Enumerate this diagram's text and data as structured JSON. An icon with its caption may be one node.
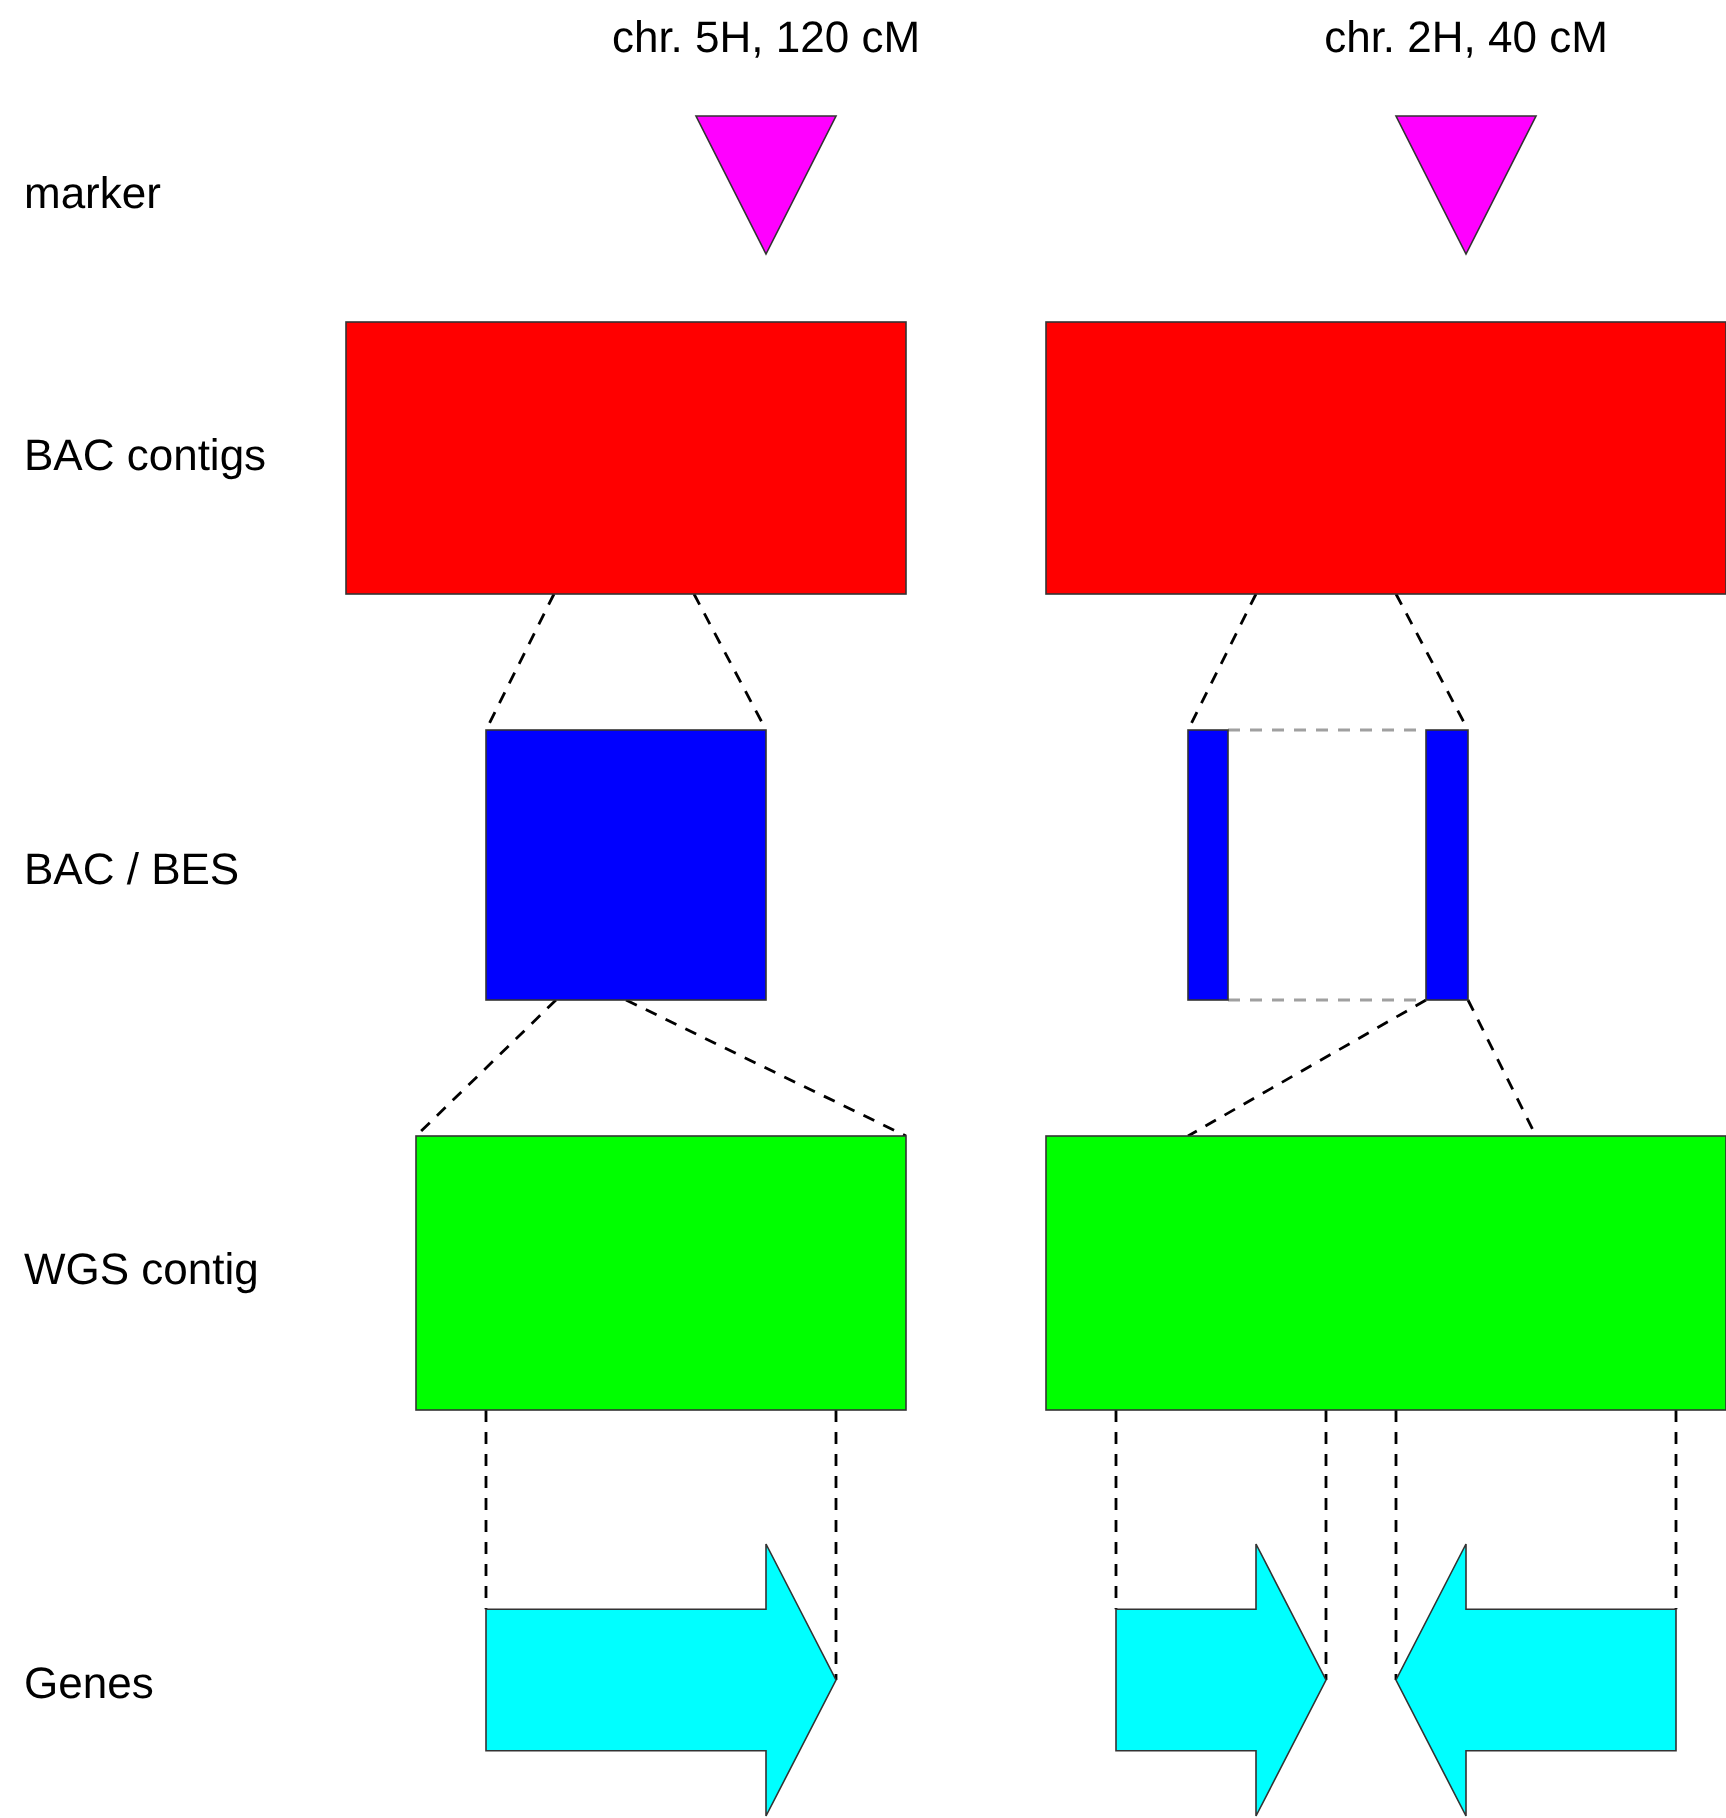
{
  "diagram": {
    "nodes": [
      {
        "text": [],
        "shape": "triangle",
        "beside": [
          "chr. 5H, 120 cM"
        ]
      },
      {
        "text": [],
        "shape": "triangle",
        "beside": [
          "chr. 2H, 40 cM"
        ]
      },
      {
        "text": [],
        "shape": "box"
      },
      {
        "text": [],
        "shape": "box"
      },
      {
        "text": [],
        "shape": "box"
      },
      {
        "text": [],
        "shape": "bar"
      },
      {
        "text": [],
        "shape": "bar"
      },
      {
        "text": [],
        "shape": "box"
      },
      {
        "text": [],
        "shape": "box"
      },
      {
        "text": [],
        "shape": "arrow"
      },
      {
        "text": [],
        "shape": "arrow"
      },
      {
        "text": [],
        "shape": "arrow"
      }
    ],
    "edges": [
      {
        "from": 2,
        "to": 4,
        "arrow": "none",
        "style": "dashed"
      },
      {
        "from": 2,
        "to": 4,
        "arrow": "none",
        "style": "dashed"
      },
      {
        "from": 3,
        "to": 5,
        "arrow": "none",
        "style": "dashed"
      },
      {
        "from": 3,
        "to": 6,
        "arrow": "none",
        "style": "dashed"
      },
      {
        "from": 5,
        "to": 6,
        "arrow": "none",
        "style": "dashed",
        "color": "#a0a0a0"
      },
      {
        "from": 5,
        "to": 6,
        "arrow": "none",
        "style": "dashed",
        "color": "#a0a0a0"
      },
      {
        "from": 4,
        "to": 7,
        "arrow": "none",
        "style": "dashed"
      },
      {
        "from": 4,
        "to": 7,
        "arrow": "none",
        "style": "dashed"
      },
      {
        "from": 6,
        "to": 8,
        "arrow": "none",
        "style": "dashed"
      },
      {
        "from": 6,
        "to": 8,
        "arrow": "none",
        "style": "dashed"
      },
      {
        "from": 7,
        "to": 9,
        "arrow": "none",
        "style": "dashed"
      },
      {
        "from": 7,
        "to": 9,
        "arrow": "none",
        "style": "dashed"
      },
      {
        "from": 8,
        "to": 10,
        "arrow": "none",
        "style": "dashed"
      },
      {
        "from": 8,
        "to": 10,
        "arrow": "none",
        "style": "dashed"
      },
      {
        "from": 8,
        "to": 11,
        "arrow": "none",
        "style": "dashed"
      },
      {
        "from": 8,
        "to": 11,
        "arrow": "none",
        "style": "dashed"
      }
    ],
    "labels": [
      "marker",
      "BAC contigs",
      "BAC / BES",
      "WGS contig",
      "Genes"
    ]
  }
}
